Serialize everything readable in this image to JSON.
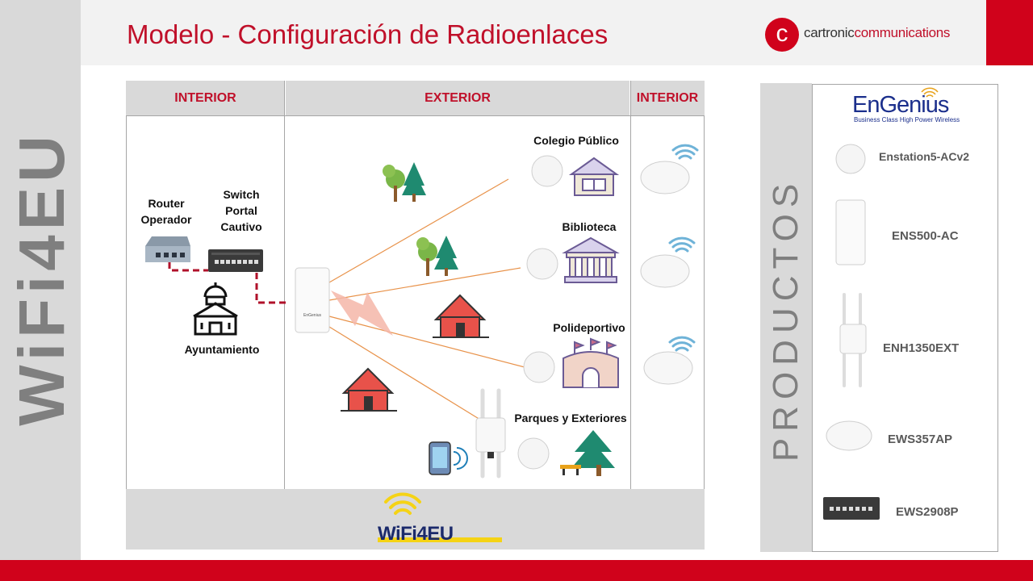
{
  "slide": {
    "title": "Modelo - Configuración de Radioenlaces",
    "side_text": "WiFi4EU"
  },
  "logo": {
    "mark": "c",
    "text_part1": "cartronic",
    "text_part2": "communications"
  },
  "diagram": {
    "headers": [
      "INTERIOR",
      "EXTERIOR",
      "INTERIOR"
    ],
    "labels": {
      "router": "Router\nOperador",
      "switch": "Switch\nPortal\nCautivo",
      "ayuntamiento": "Ayuntamiento",
      "colegio": "Colegio Público",
      "biblioteca": "Biblioteca",
      "polideportivo": "Polideportivo",
      "parques": "Parques y Exteriores"
    },
    "footer_logo": "WiFi4EU"
  },
  "products": {
    "title": "PRODUCTOS",
    "brand": "EnGenius",
    "brand_tagline": "Business Class High Power Wireless",
    "items": [
      {
        "name": "Enstation5-ACv2"
      },
      {
        "name": "ENS500-AC"
      },
      {
        "name": "ENH1350EXT"
      },
      {
        "name": "EWS357AP"
      },
      {
        "name": "EWS2908P"
      }
    ]
  },
  "colors": {
    "accent_red": "#c0102a",
    "band_red": "#d0021b",
    "panel_gray": "#d9d9d9",
    "text_gray": "#7f7f7f",
    "link_orange": "#e8924a",
    "dashed_red": "#b0102a"
  },
  "icons": [
    "trees-icon",
    "house-icon",
    "school-icon",
    "library-icon",
    "stadium-icon",
    "city-hall-icon",
    "wifi-icon",
    "access-point-icon",
    "radio-link-icon",
    "router-icon",
    "switch-icon",
    "phone-icon",
    "bench-icon",
    "lightning-icon"
  ]
}
